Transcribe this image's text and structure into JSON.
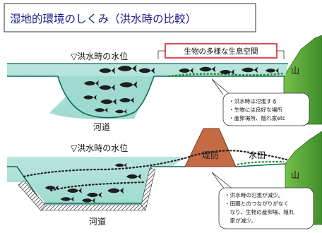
{
  "title": "湿地的環境のしくみ（洪水時の比較）",
  "top_panel": {
    "flood_level": "▽洪水時の水位",
    "habitat_label": "生物の多様な生息空間",
    "mountain": "山",
    "channel": "河道",
    "notes": [
      "・洪水時は氾濫する",
      "・生物には良好な場所",
      "・産卵場所、隠れ家etc"
    ]
  },
  "bottom_panel": {
    "flood_level": "▽洪水時の水位",
    "levee": "堤防",
    "paddy": "水田",
    "mountain": "山",
    "channel": "河道",
    "notes": [
      "・洪水時の氾濫が減少。",
      "・田圃とのつながりがなく",
      "　なり、生物の産卵場、隠れ",
      "　家が減少。"
    ]
  },
  "colors": {
    "water": "#b9e6de",
    "water_deep": "#8fd3c6",
    "mountain": "#5aa83a",
    "levee": "#c46a45",
    "grass": "#2f8a2f",
    "highlight_box": "#d8232a",
    "title": "#1a1a8c"
  }
}
